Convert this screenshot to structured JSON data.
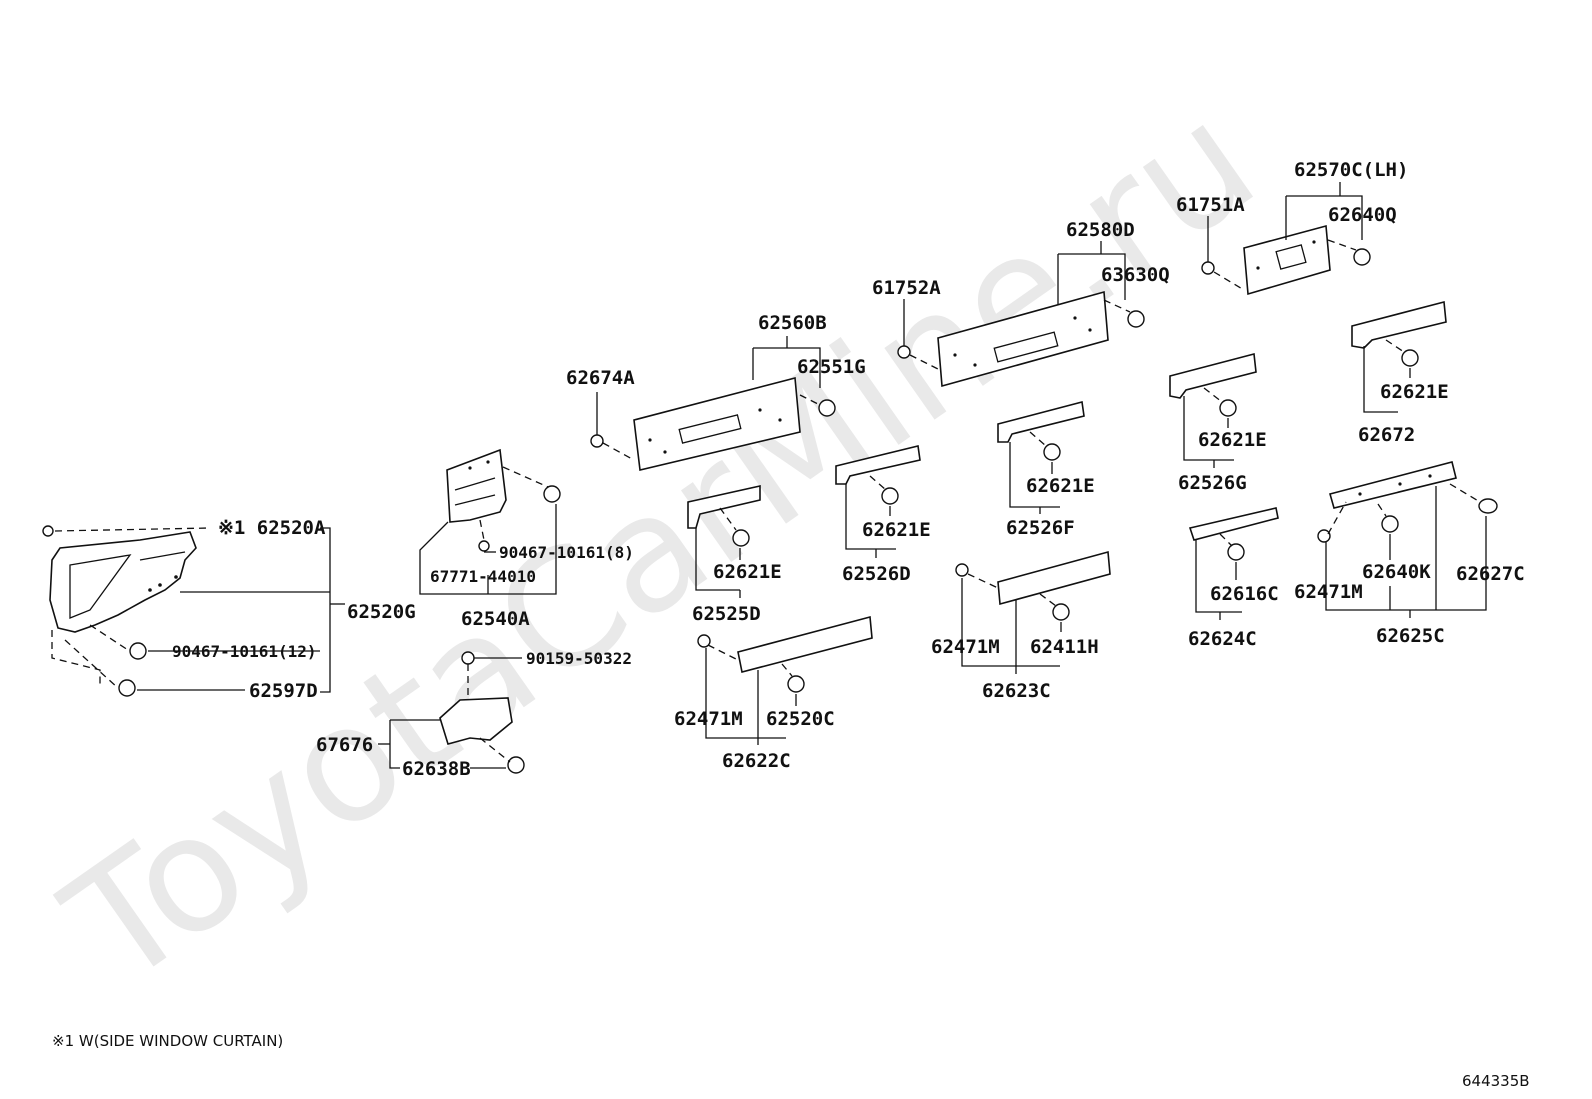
{
  "watermark": "ToyotaCarMine.ru",
  "footnote": "※1 W(SIDE WINDOW CURTAIN)",
  "diagram_ref": "644335B",
  "labels": {
    "p62520A": "※1 62520A",
    "p62520G": "62520G",
    "p90467_12": "90467-10161(12)",
    "p62597D": "62597D",
    "p90467_8": "90467-10161(8)",
    "p67771": "67771-44010",
    "p62540A": "62540A",
    "p90159": "90159-50322",
    "p67676": "67676",
    "p62638B": "62638B",
    "p62674A": "62674A",
    "p62560B": "62560B",
    "p62551G": "62551G",
    "p62621E_a": "62621E",
    "p62525D": "62525D",
    "p62621E_b": "62621E",
    "p62526D": "62526D",
    "p62471M_a": "62471M",
    "p62520C": "62520C",
    "p62622C": "62622C",
    "p61752A": "61752A",
    "p62580D": "62580D",
    "p63630Q": "63630Q",
    "p62621E_c": "62621E",
    "p62526F": "62526F",
    "p62471M_b": "62471M",
    "p62411H": "62411H",
    "p62623C": "62623C",
    "p61751A": "61751A",
    "p62570C": "62570C(LH)",
    "p62640Q": "62640Q",
    "p62621E_d": "62621E",
    "p62526G": "62526G",
    "p62621E_e": "62621E",
    "p62672": "62672",
    "p62616C": "62616C",
    "p62624C": "62624C",
    "p62471M_c": "62471M",
    "p62640K": "62640K",
    "p62627C": "62627C",
    "p62625C": "62625C"
  }
}
